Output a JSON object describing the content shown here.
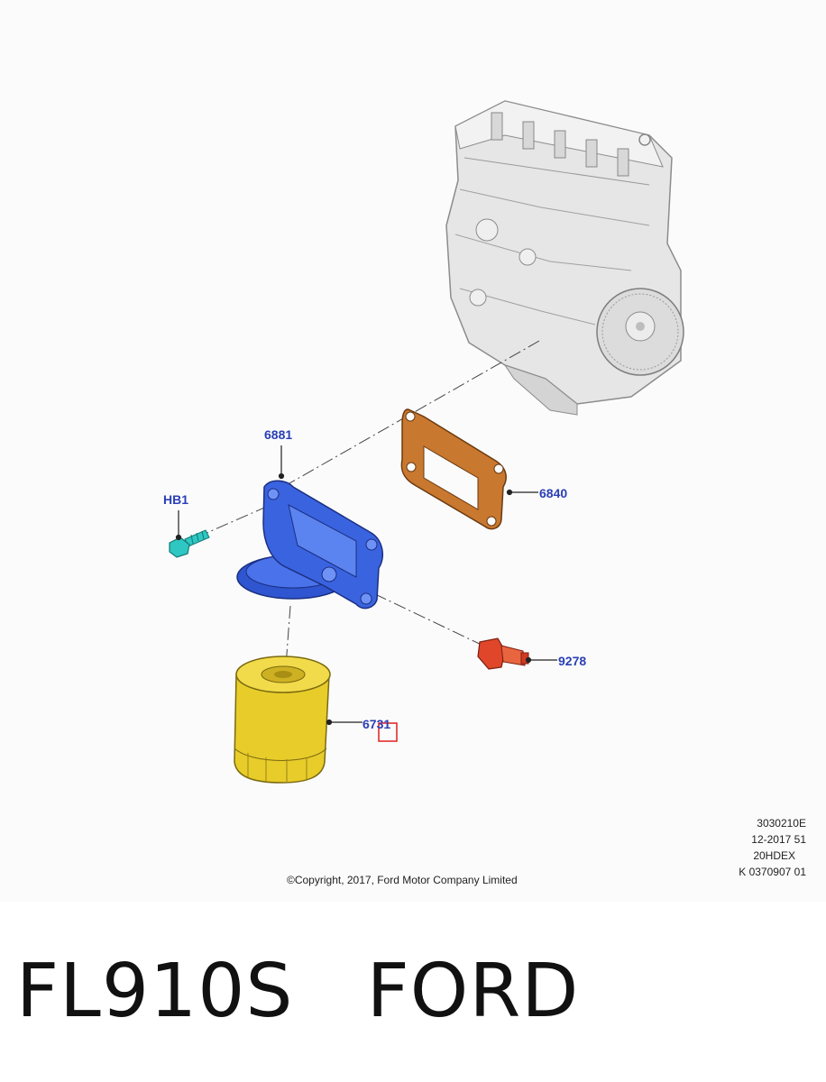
{
  "diagram": {
    "callouts": {
      "adapter": "6881",
      "gasket": "6840",
      "bolt": "HB1",
      "sensor": "9278",
      "filter": "6731"
    },
    "meta": [
      "3030210E",
      "12-2017 51",
      "20HDEX",
      "K 0370907 01"
    ],
    "copyright": "©Copyright, 2017, Ford Motor Company Limited",
    "colors": {
      "callout_text": "#2a3fb5",
      "adapter": "#3a63e0",
      "gasket": "#c9782f",
      "bolt": "#2fc7c2",
      "sensor": "#e0462a",
      "filter": "#e8cc2a",
      "selection_box": "#e02020"
    }
  },
  "footer": {
    "part_number": "FL910S",
    "brand": "FORD"
  }
}
